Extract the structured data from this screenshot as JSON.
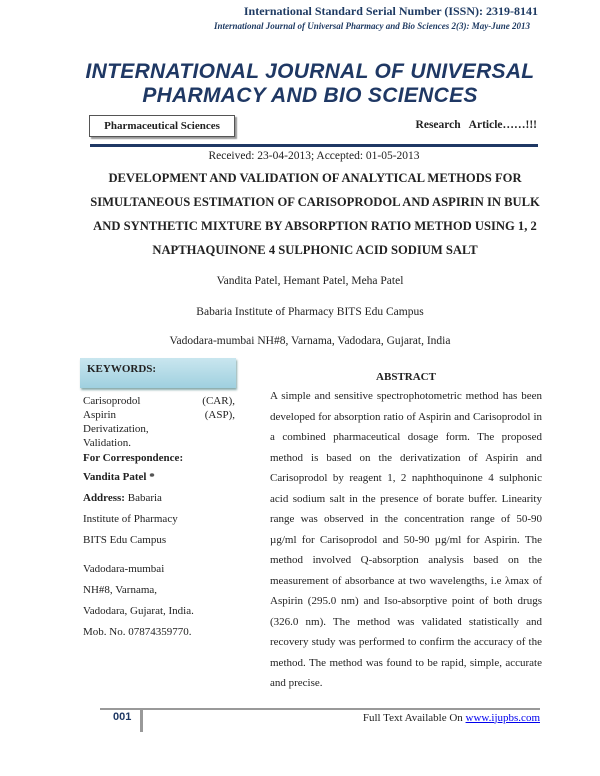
{
  "header": {
    "issn": "International Standard Serial Number (ISSN): 2319-8141",
    "journal_ref": "International Journal of Universal Pharmacy and Bio Sciences 2(3): May-June 2013",
    "journal_title_1": "INTERNATIONAL JOURNAL OF UNIVERSAL",
    "journal_title_2": "PHARMACY AND BIO SCIENCES",
    "section": "Pharmaceutical Sciences",
    "article_type": "Research   Article……!!!",
    "dates": "Received: 23-04-2013; Accepted: 01-05-2013"
  },
  "article": {
    "title": "DEVELOPMENT AND VALIDATION OF ANALYTICAL METHODS FOR SIMULTANEOUS ESTIMATION OF CARISOPRODOL AND ASPIRIN IN BULK AND SYNTHETIC MIXTURE BY ABSORPTION RATIO METHOD USING 1, 2 NAPTHAQUINONE 4 SULPHONIC ACID SODIUM SALT",
    "authors": "Vandita Patel, Hemant Patel, Meha Patel",
    "affiliation": "Babaria Institute of Pharmacy BITS Edu Campus",
    "address": "Vadodara-mumbai NH#8, Varnama, Vadodara, Gujarat, India"
  },
  "sidebar": {
    "keywords_heading": "KEYWORDS:",
    "kw1a": "Carisoprodol",
    "kw1b": "(CAR),",
    "kw2a": "Aspirin",
    "kw2b": "(ASP),",
    "kw3": "Derivatization,",
    "kw4": "Validation.",
    "corr_heading": "For Correspondence:",
    "corr_name": "Vandita Patel *",
    "addr_label": "Address:",
    "addr_lines": [
      "Babaria",
      "Institute of Pharmacy",
      "BITS Edu Campus",
      "Vadodara-mumbai",
      "NH#8, Varnama,",
      "Vadodara, Gujarat, India.",
      "Mob. No. 07874359770."
    ]
  },
  "abstract": {
    "heading": "ABSTRACT",
    "text": "A simple and sensitive spectrophotometric method has been developed for absorption ratio of Aspirin and Carisoprodol in a combined pharmaceutical dosage form. The proposed method is based on the derivatization of Aspirin and Carisoprodol by reagent 1, 2 naphthoquinone 4 sulphonic acid sodium salt in the presence of borate buffer. Linearity range was observed in the concentration range of 50-90 µg/ml for Carisoprodol and 50-90 µg/ml for Aspirin. The method involved Q-absorption analysis based on the measurement of absorbance at two wavelengths, i.e λmax of Aspirin (295.0 nm) and Iso-absorptive point of both drugs (326.0 nm). The method was validated statistically and recovery study was performed to confirm the accuracy of the method. The method was found to be rapid, simple, accurate and precise."
  },
  "footer": {
    "page": "001",
    "text": "Full Text Available On ",
    "link": "www.ijupbs.com"
  }
}
